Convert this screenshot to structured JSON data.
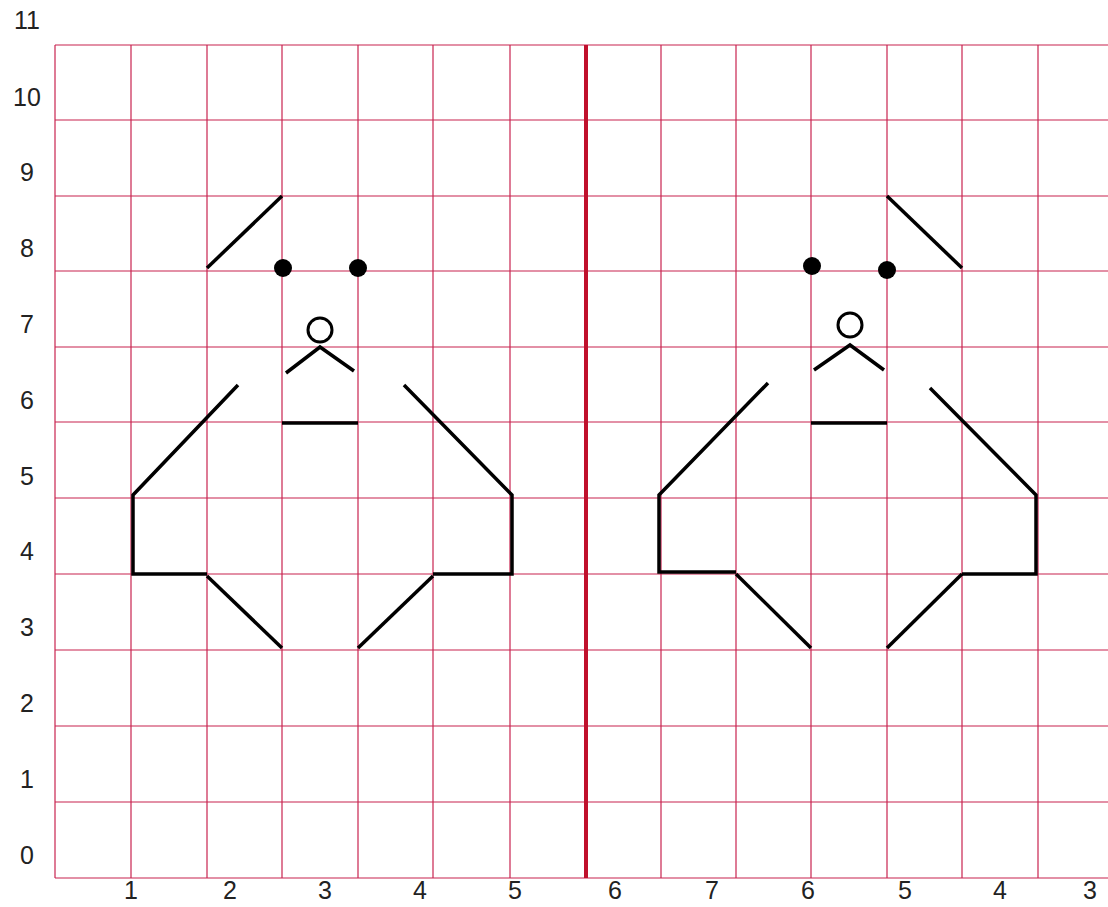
{
  "diagram": {
    "labels": [
      "11",
      "10",
      "9",
      "8",
      "7",
      "6",
      "5",
      "4",
      "3",
      "2",
      "1",
      "0",
      "1",
      "2",
      "3",
      "4",
      "5",
      "6",
      "7",
      "6",
      "5",
      "4",
      "3"
    ]
  }
}
